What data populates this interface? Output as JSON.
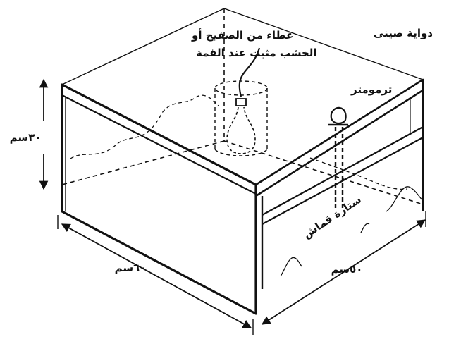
{
  "labels": {
    "cover_line1": "غطاء من الصفيح أو",
    "cover_line2": "الخشب مثبت عند القمة",
    "lamp": "دواية صينى",
    "thermometer": "ترمومتر",
    "curtain": "ستارة قماش",
    "height": "٣٠سم",
    "length": "٦٠سم",
    "width": "٥٠سم"
  },
  "colors": {
    "ink": "#111111",
    "background": "#ffffff"
  }
}
